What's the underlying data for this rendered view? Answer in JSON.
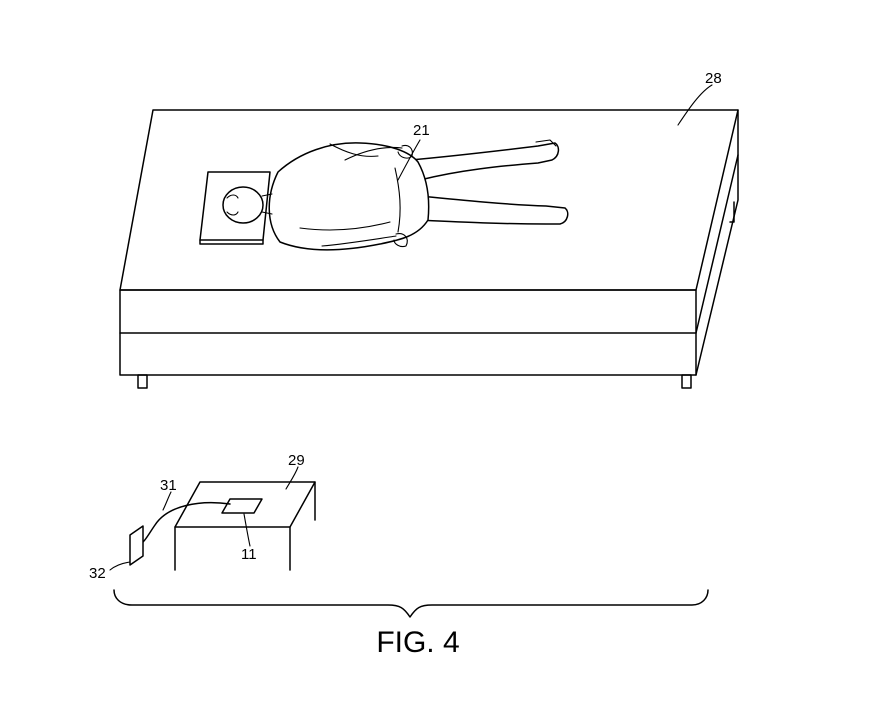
{
  "figure": {
    "caption": "FIG. 4",
    "labels": {
      "bed": "28",
      "person": "21",
      "table": "29",
      "cable": "31",
      "device": "11",
      "plug": "32"
    }
  }
}
